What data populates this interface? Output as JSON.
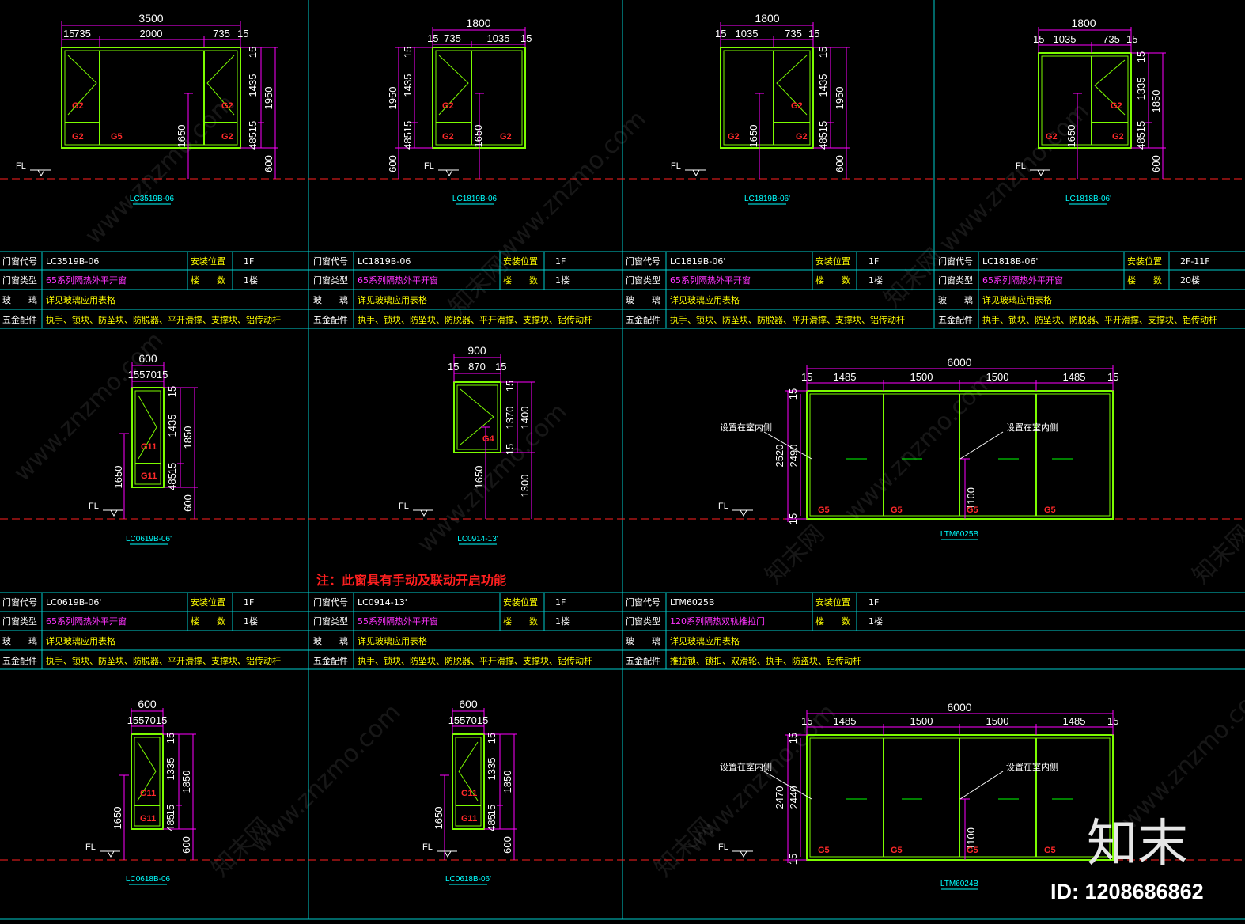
{
  "colors": {
    "background": "#000000",
    "frame": "#7CFC00",
    "dimension": "#ff00ff",
    "grid_line": "#00cccc",
    "floor_line": "#ff2020",
    "glass_label": "#ff2a2a",
    "text_white": "#ffffff",
    "text_yellow": "#ffff00",
    "text_magenta": "#ff33ff",
    "title_cyan": "#00ffff",
    "note_red": "#ff2020"
  },
  "drawings": {
    "d1": {
      "title": "LC3519B-06",
      "total": "3500",
      "segs": [
        "15",
        "735",
        "2000",
        "735",
        "15"
      ],
      "right": [
        "15",
        "1435",
        "15",
        "485"
      ],
      "height": "1950",
      "sill": "600",
      "sash_h": "1650",
      "glass": [
        "G2",
        "G2",
        "G2",
        "G5",
        "G2"
      ],
      "fl": "FL"
    },
    "d2": {
      "title": "LC1819B-06",
      "total": "1800",
      "segs": [
        "15",
        "735",
        "1035",
        "15"
      ],
      "left": [
        "15",
        "1435",
        "15",
        "485"
      ],
      "height": "1950",
      "sill": "600",
      "sash_h": "1650",
      "glass": [
        "G2",
        "G2",
        "G2"
      ],
      "fl": "FL"
    },
    "d3": {
      "title": "LC1819B-06'",
      "total": "1800",
      "segs": [
        "15",
        "1035",
        "735",
        "15"
      ],
      "right": [
        "15",
        "1435",
        "15",
        "485"
      ],
      "height": "1950",
      "sill": "600",
      "sash_h": "1650",
      "glass": [
        "G2",
        "G2",
        "G2"
      ],
      "fl": "FL"
    },
    "d4": {
      "title": "LC1818B-06'",
      "total": "1800",
      "segs": [
        "15",
        "1035",
        "735",
        "15"
      ],
      "right": [
        "15",
        "1335",
        "15",
        "485"
      ],
      "height": "1850",
      "sill": "600",
      "sash_h": "1650",
      "glass": [
        "G2",
        "G2",
        "G2"
      ],
      "fl": "FL"
    },
    "d5": {
      "title": "LC0619B-06'",
      "total": "600",
      "segs": "1557015",
      "right": [
        "15",
        "1435",
        "15",
        "485"
      ],
      "height": "1850",
      "sill": "600",
      "sash_h": "1650",
      "glass": [
        "G11",
        "G11"
      ],
      "fl": "FL"
    },
    "d6": {
      "title": "LC0914-13'",
      "total": "900",
      "segs": [
        "15",
        "870",
        "15"
      ],
      "right": [
        "15",
        "1370",
        "15"
      ],
      "height": "1400",
      "sill": "1300",
      "sash_h": "1650",
      "glass": [
        "G4"
      ],
      "fl": "FL"
    },
    "d7": {
      "title": "LTM6025B",
      "total": "6000",
      "segs": [
        "15",
        "1485",
        "1500",
        "1500",
        "1485",
        "15"
      ],
      "left": [
        "15",
        "2520",
        "2490",
        "15"
      ],
      "handle": "1100",
      "glass": [
        "G5",
        "G5",
        "G5",
        "G5"
      ],
      "fl": "FL",
      "anno_left": "设置在室内侧",
      "anno_right": "设置在室内侧"
    },
    "d8": {
      "title": "LC0618B-06",
      "total": "600",
      "segs": "1557015",
      "right": [
        "15",
        "1335",
        "15",
        "485"
      ],
      "height": "1850",
      "sill": "600",
      "sash_h": "1650",
      "glass": [
        "G11",
        "G11"
      ],
      "fl": "FL"
    },
    "d9": {
      "title": "LC0618B-06'",
      "total": "600",
      "segs": "1557015",
      "right": [
        "15",
        "1335",
        "15",
        "485"
      ],
      "height": "1850",
      "sill": "600",
      "sash_h": "1650",
      "glass": [
        "G11",
        "G11"
      ],
      "fl": "FL"
    },
    "d10": {
      "title": "LTM6024B",
      "total": "6000",
      "segs": [
        "15",
        "1485",
        "1500",
        "1500",
        "1485",
        "15"
      ],
      "left": [
        "15",
        "2470",
        "2440",
        "15"
      ],
      "handle": "1100",
      "glass": [
        "G5",
        "G5",
        "G5",
        "G5"
      ],
      "fl": "FL",
      "anno_left": "设置在室内侧",
      "anno_right": "设置在室内侧"
    }
  },
  "tables": {
    "labels": {
      "code": "门窗代号",
      "type": "门窗类型",
      "glass": "玻　　璃",
      "hardware": "五金配件",
      "location": "安装位置",
      "floors": "楼　　数"
    },
    "t1": {
      "code": "LC3519B-06",
      "type": "65系列隔热外平开窗",
      "glass": "详见玻璃应用表格",
      "hardware": "执手、锁块、防坠块、防脱器、平开滑撑、支撑块、铝传动杆",
      "location": "1F",
      "floors": "1楼"
    },
    "t2": {
      "code": "LC1819B-06",
      "type": "65系列隔热外平开窗",
      "glass": "详见玻璃应用表格",
      "hardware": "执手、锁块、防坠块、防脱器、平开滑撑、支撑块、铝传动杆",
      "location": "1F",
      "floors": "1楼"
    },
    "t3": {
      "code": "LC1819B-06'",
      "type": "65系列隔热外平开窗",
      "glass": "详见玻璃应用表格",
      "hardware": "执手、锁块、防坠块、防脱器、平开滑撑、支撑块、铝传动杆",
      "location": "1F",
      "floors": "1楼"
    },
    "t4": {
      "code": "LC1818B-06'",
      "type": "65系列隔热外平开窗",
      "glass": "详见玻璃应用表格",
      "hardware": "执手、锁块、防坠块、防脱器、平开滑撑、支撑块、铝传动杆",
      "location": "2F-11F",
      "floors": "20楼"
    },
    "t5": {
      "code": "LC0619B-06'",
      "type": "65系列隔热外平开窗",
      "glass": "详见玻璃应用表格",
      "hardware": "执手、锁块、防坠块、防脱器、平开滑撑、支撑块、铝传动杆",
      "location": "1F",
      "floors": "1楼"
    },
    "t6": {
      "code": "LC0914-13'",
      "type": "55系列隔热外平开窗",
      "glass": "详见玻璃应用表格",
      "hardware": "执手、锁块、防坠块、防脱器、平开滑撑、支撑块、铝传动杆",
      "location": "1F",
      "floors": "1楼"
    },
    "t7": {
      "code": "LTM6025B",
      "type": "120系列隔热双轨推拉门",
      "glass": "详见玻璃应用表格",
      "hardware": "推拉锁、锁扣、双滑轮、执手、防盗块、铝传动杆",
      "location": "1F",
      "floors": "1楼"
    }
  },
  "note": "注：此窗具有手动及联动开启功能",
  "watermark": {
    "url": "www.znzmo.com",
    "brand": "知末网",
    "logo": "知末",
    "id": "ID: 1208686862"
  }
}
